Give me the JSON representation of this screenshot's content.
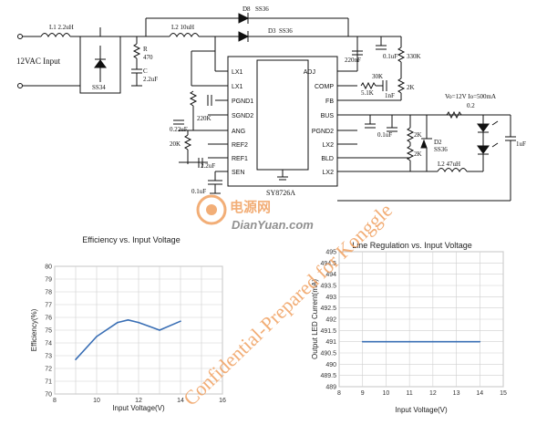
{
  "schematic": {
    "input_label": "12VAC Input",
    "bridge": "SS34",
    "L1": "L1 2.2uH",
    "L2": "L2 10uH",
    "D8": "D8",
    "D8_type": "SS36",
    "D3": "D3",
    "D3_type": "SS36",
    "R_top_name": "R",
    "R_top_val": "470",
    "C_in_name": "C",
    "C_in_val": "2.2uF",
    "chip_name": "SY8726A",
    "pins_left": [
      "LX1",
      "LX1",
      "PGND1",
      "SGND2",
      "ANG",
      "REF2",
      "REF1",
      "SEN"
    ],
    "pins_right": [
      "ADJ",
      "COMP",
      "FB",
      "BUS",
      "PGND2",
      "LX2",
      "BLD",
      "LX2"
    ],
    "rv1": "220nF",
    "rv2": "0.1uF",
    "rv3": "330K",
    "comp1": "30K",
    "comp2": "5.1K",
    "comp3": "1nF",
    "fb_r": "2K",
    "ang_c": "0.22uF",
    "ang_r1": "220K",
    "ang_r2": "20K",
    "ref_c": "2.2uF",
    "sen_c": "0.1uF",
    "bus_c": "0.1uF",
    "bld_r1": "2K",
    "bld_r2": "2K",
    "d2": "D2",
    "d2_type": "SS36",
    "L2b": "L2  47uH",
    "out_label": "Vo=12V Io=500mA",
    "out_r": "0.2",
    "out_c": "1uF"
  },
  "watermark": {
    "brand": "电源网",
    "site": "DianYuan.com",
    "diagonal": "Confidential-Prepared for Konggle"
  },
  "colors": {
    "line": "#111111",
    "series": "#3a6fb5",
    "watermark": "#f0a060"
  },
  "chart_data": [
    {
      "type": "line",
      "title": "Efficiency vs. Input Voltage",
      "xlabel": "Input Voltage(V)",
      "ylabel": "Efficiency(%)",
      "xlim": [
        8,
        16
      ],
      "ylim": [
        70,
        80
      ],
      "xticks": [
        8,
        10,
        12,
        14,
        16
      ],
      "yticks": [
        70,
        71,
        72,
        73,
        74,
        75,
        76,
        77,
        78,
        79,
        80
      ],
      "grid": true,
      "series": [
        {
          "x": [
            9,
            10,
            11,
            11.5,
            12,
            12.5,
            13,
            14
          ],
          "y": [
            72.7,
            74.5,
            75.6,
            75.8,
            75.6,
            75.3,
            75.0,
            75.7
          ]
        }
      ]
    },
    {
      "type": "line",
      "title": "Line Regulation vs. Input Voltage",
      "xlabel": "Input Voltage(V)",
      "ylabel": "Output LED Current(mA)",
      "xlim": [
        8,
        15
      ],
      "ylim": [
        489,
        495
      ],
      "xticks": [
        8,
        9,
        10,
        11,
        12,
        13,
        14,
        15
      ],
      "yticks": [
        489,
        489.5,
        490,
        490.5,
        491,
        491.5,
        492,
        492.5,
        493,
        493.5,
        494,
        494.5,
        495
      ],
      "grid": true,
      "series": [
        {
          "x": [
            9,
            10,
            11,
            12,
            13,
            14
          ],
          "y": [
            491,
            491,
            491,
            491,
            491,
            491
          ]
        }
      ]
    }
  ]
}
